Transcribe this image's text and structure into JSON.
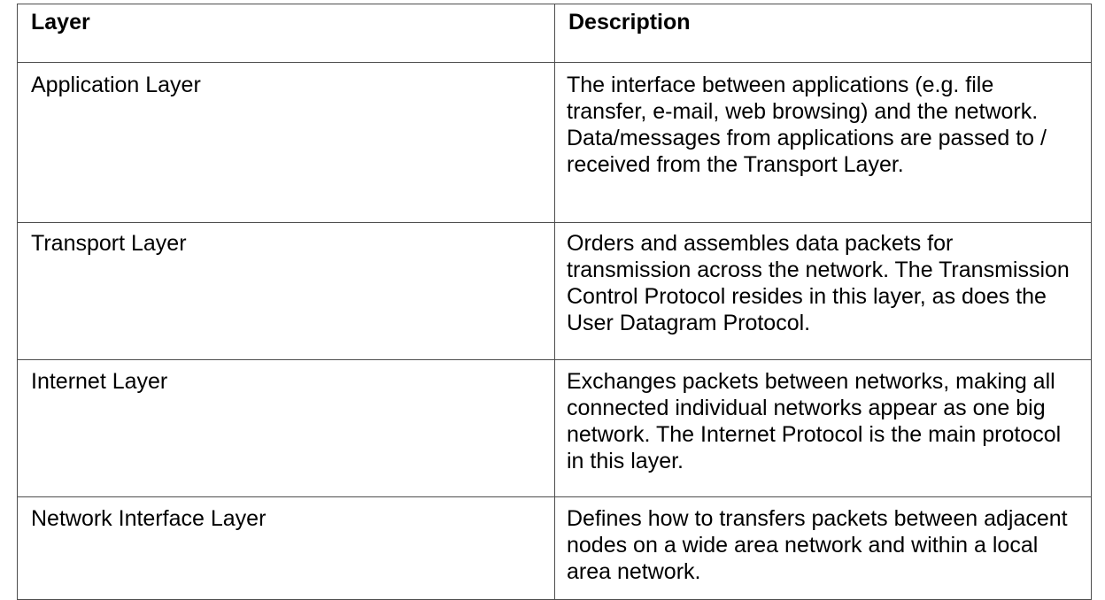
{
  "table": {
    "headers": [
      "Layer",
      "Description"
    ],
    "rows": [
      {
        "layer": "Application Layer",
        "description": "The interface between applications (e.g. file transfer, e-mail, web browsing) and the network. Data/messages from applications are passed to / received from the Transport Layer."
      },
      {
        "layer": "Transport Layer",
        "description": "Orders and assembles data packets for transmission across the network. The Transmission Control Protocol resides in this layer, as does the User Datagram Protocol."
      },
      {
        "layer": "Internet Layer",
        "description": "Exchanges packets between networks, making all connected individual networks appear as one big network. The Internet Protocol is the main protocol in this layer."
      },
      {
        "layer": "Network Interface Layer",
        "description": "Defines how to transfers packets between adjacent nodes on a wide area network and within a local area network."
      }
    ]
  }
}
